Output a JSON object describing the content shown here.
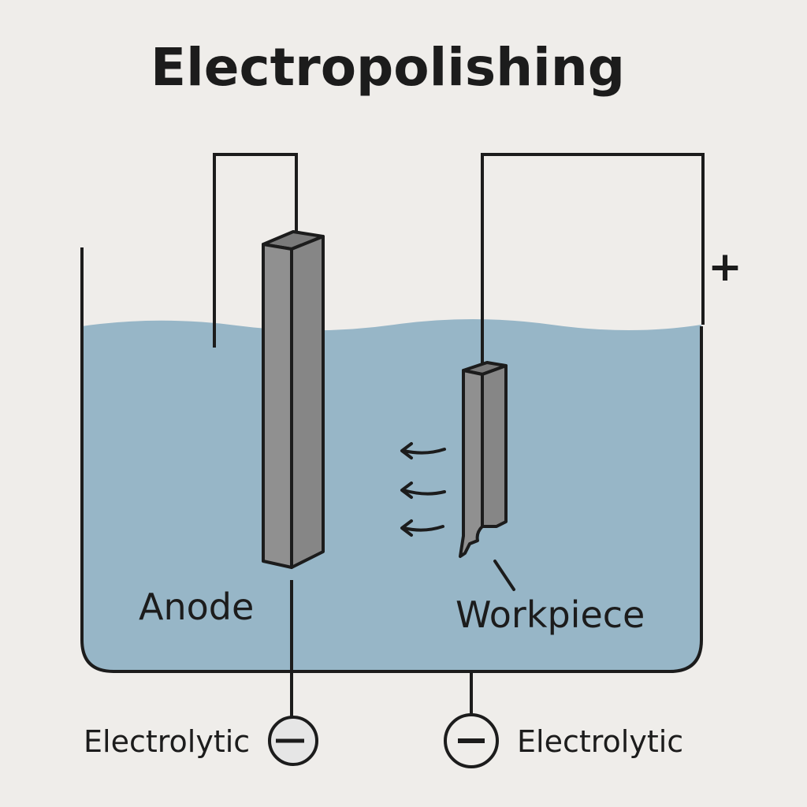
{
  "title": "Electropolishing",
  "labels": {
    "anode": "Anode",
    "workpiece": "Workpiece",
    "left_terminal": "Electrolytic",
    "right_terminal": "Electrolytic",
    "plus_sign": "+"
  },
  "colors": {
    "background": "#efedea",
    "electrolyte": "#97b6c7",
    "electrode_front": "#909090",
    "electrode_top": "#7a7a7a",
    "stroke": "#1c1c1c",
    "terminal_fill": "#e6e6e6"
  },
  "icons": {
    "terminal_symbol": "minus-in-circle",
    "flow_arrows": "curved-arrow-left"
  }
}
